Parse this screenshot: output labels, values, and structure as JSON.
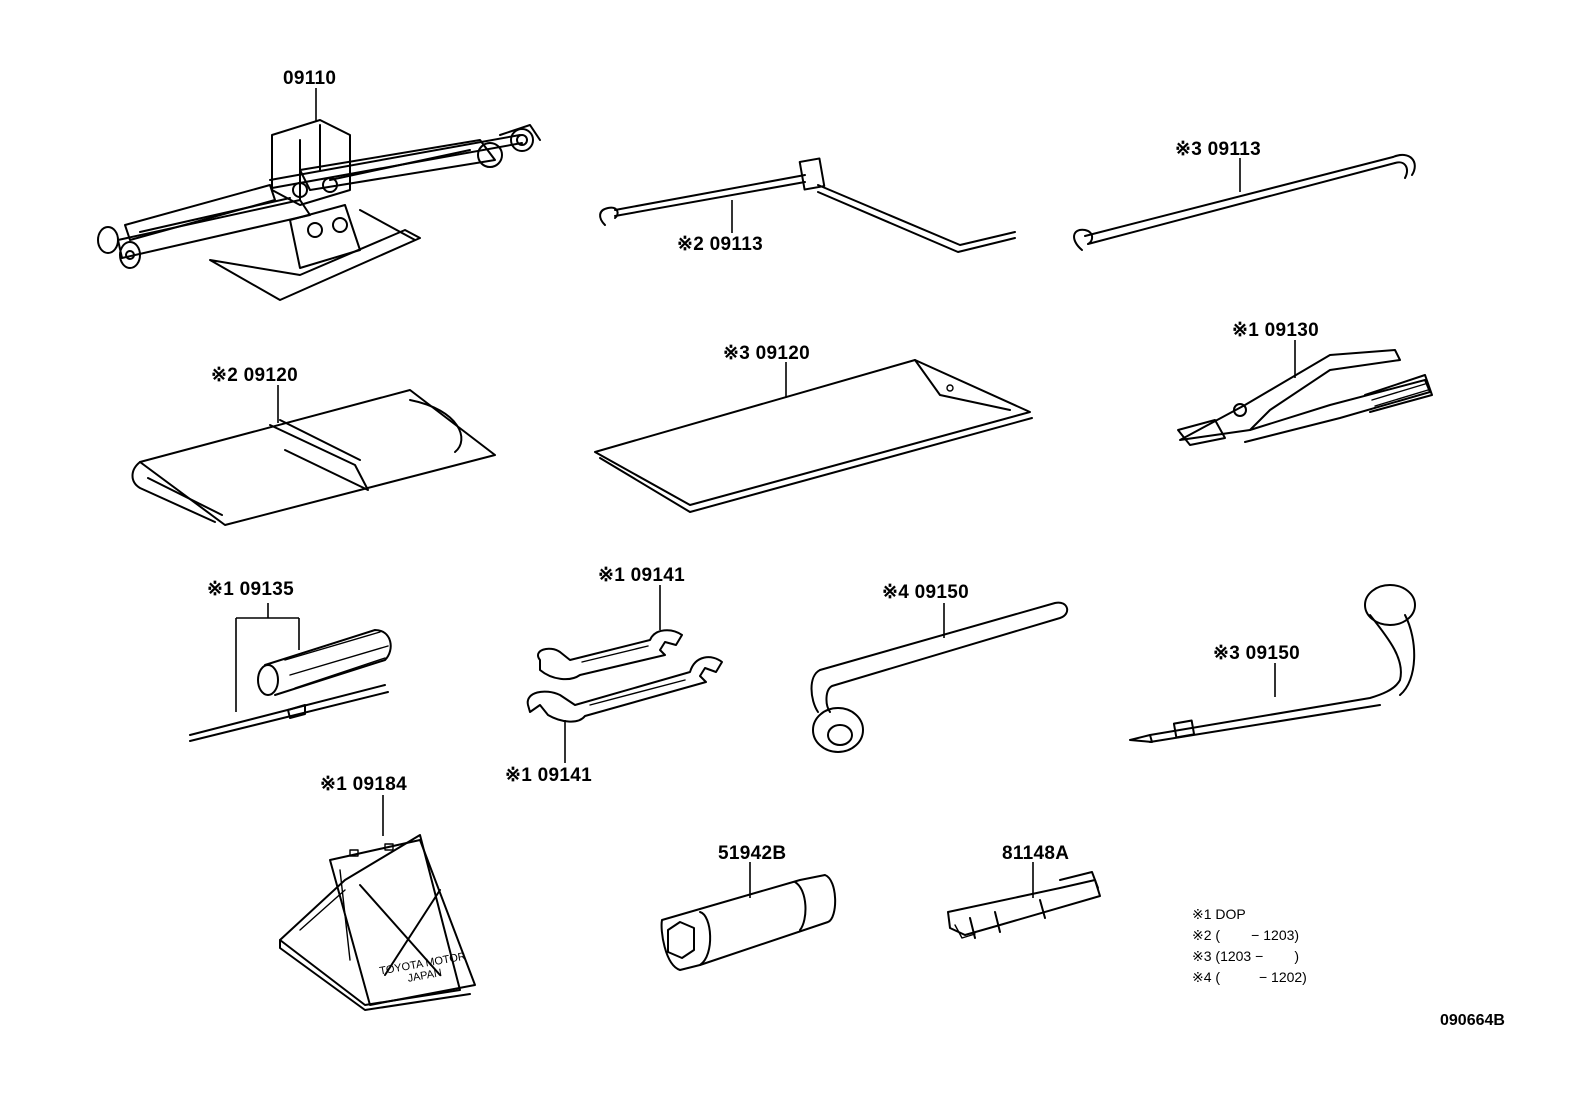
{
  "labels": {
    "jack": "09110",
    "jack_handle_2": "※2 09113",
    "jack_handle_3": "※3 09113",
    "tool_bag_2": "※2 09120",
    "tool_bag_3": "※3 09120",
    "pliers": "※1 09130",
    "screwdriver": "※1 09135",
    "wrench_top": "※1 09141",
    "wrench_bottom": "※1 09141",
    "wrench_lug_4": "※4 09150",
    "wrench_lug_3": "※3 09150",
    "chock": "※1 09184",
    "socket": "51942B",
    "bracket": "81148A"
  },
  "notes": {
    "n1": "※1 DOP",
    "n2": "※2 (        − 1203)",
    "n3": "※3 (1203 −        )",
    "n4": "※4 (          − 1202)"
  },
  "chock_text": {
    "line1": "TOYOTA MOTOR",
    "line2": "JAPAN"
  },
  "reference": "090664B"
}
